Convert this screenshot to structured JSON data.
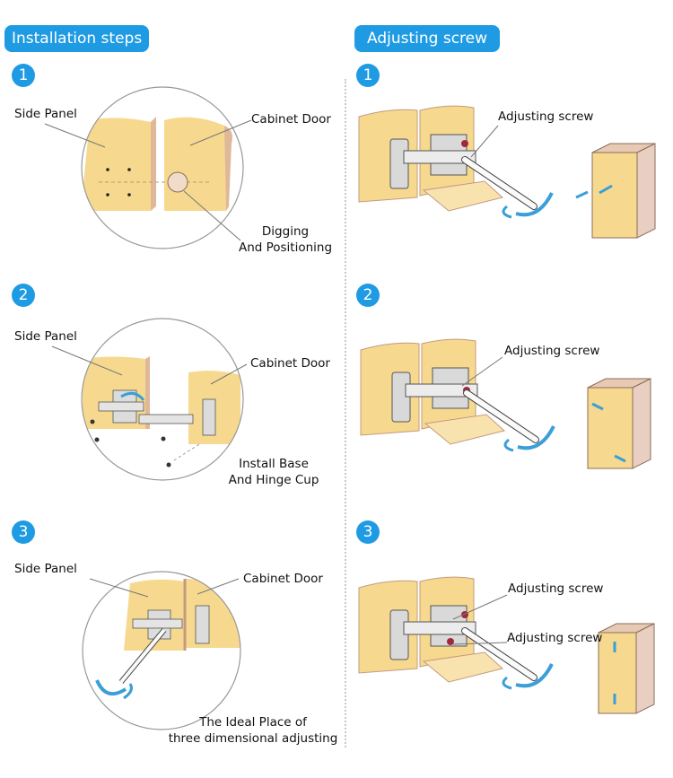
{
  "left_section": {
    "title": "Installation steps",
    "steps": [
      {
        "number": "1",
        "labels": {
          "side_panel": "Side Panel",
          "cabinet_door": "Cabinet Door",
          "caption_line1": "Digging",
          "caption_line2": "And Positioning"
        }
      },
      {
        "number": "2",
        "labels": {
          "side_panel": "Side Panel",
          "cabinet_door": "Cabinet Door",
          "caption_line1": "Install Base",
          "caption_line2": "And Hinge Cup"
        }
      },
      {
        "number": "3",
        "labels": {
          "side_panel": "Side Panel",
          "cabinet_door": "Cabinet Door",
          "caption_line1": "The Ideal Place of",
          "caption_line2": "three dimensional adjusting"
        }
      }
    ]
  },
  "right_section": {
    "title": "Adjusting screw",
    "steps": [
      {
        "number": "1",
        "labels": [
          "Adjusting screw"
        ],
        "direction": "depth (forward/back)"
      },
      {
        "number": "2",
        "labels": [
          "Adjusting screw"
        ],
        "direction": "horizontal (left/right)"
      },
      {
        "number": "3",
        "labels": [
          "Adjusting screw",
          "Adjusting screw"
        ],
        "direction": "vertical (up/down)"
      }
    ]
  },
  "colors": {
    "accent_blue": "#1f9be3",
    "wood": "#f6d98f",
    "wood_edge": "#d9b39a",
    "metal": "#d9d9d9",
    "screw_red": "#a0283a",
    "arrow_blue": "#3a9fd8"
  }
}
